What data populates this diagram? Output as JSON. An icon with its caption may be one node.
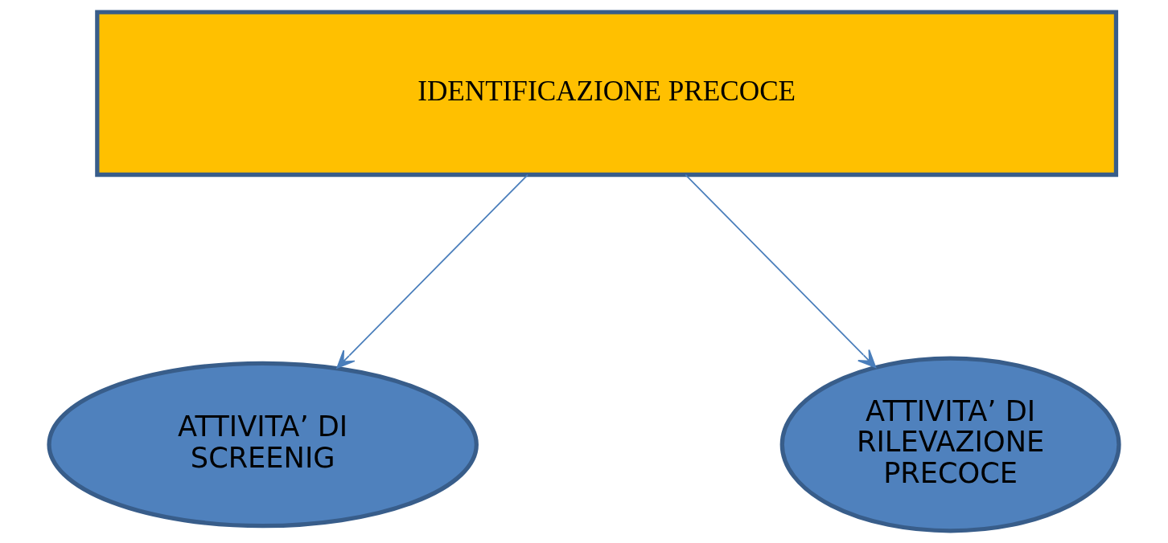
{
  "diagram": {
    "nodes": [
      {
        "text": [
          "IDENTIFICAZIONE PRECOCE"
        ]
      },
      {
        "text": [
          "ATTIVITA’ DI SCREENIG"
        ]
      },
      {
        "text": [
          "ATTIVITA’ DI RILEVAZIONE PRECOCE"
        ]
      }
    ],
    "edges": [
      {
        "from": 0,
        "to": 1,
        "arrow": "to"
      },
      {
        "from": 0,
        "to": 2,
        "arrow": "to"
      }
    ]
  }
}
